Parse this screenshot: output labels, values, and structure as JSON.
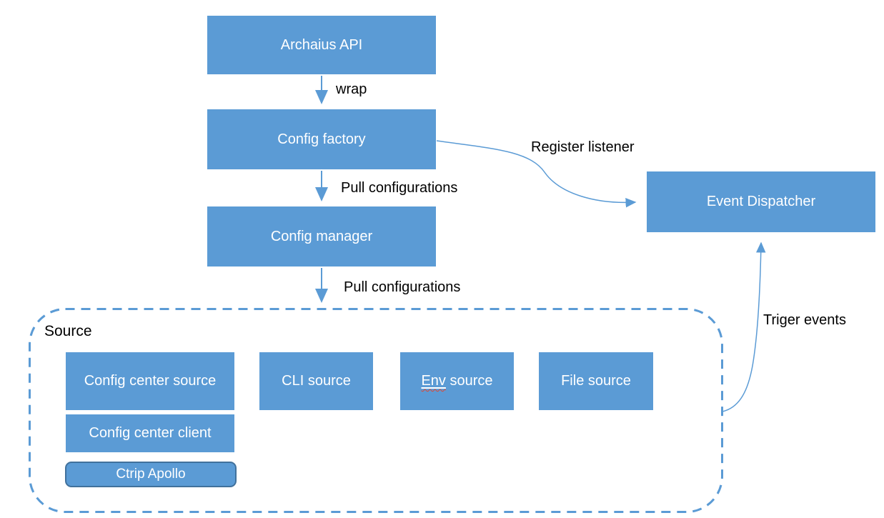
{
  "diagram": {
    "nodes": {
      "archaius_api": "Archaius API",
      "config_factory": "Config factory",
      "config_manager": "Config manager",
      "event_dispatcher": "Event Dispatcher",
      "config_center_source": "Config center source",
      "cli_source": "CLI source",
      "env_source_word": "Env",
      "env_source_rest": " source",
      "file_source": "File source",
      "config_center_client": "Config center client",
      "ctrip_apollo": "Ctrip Apollo"
    },
    "group": {
      "source_label": "Source"
    },
    "edge_labels": {
      "wrap": "wrap",
      "pull_configurations_1": "Pull configurations",
      "pull_configurations_2": "Pull configurations",
      "register_listener": "Register listener",
      "triger_events": "Triger events"
    },
    "colors": {
      "node_fill": "#5b9bd5",
      "node_text": "#ffffff",
      "label_text": "#000000",
      "connector": "#5b9bd5",
      "apollo_border": "#41719c",
      "spellcheck_squiggle": "#e0442f"
    }
  }
}
